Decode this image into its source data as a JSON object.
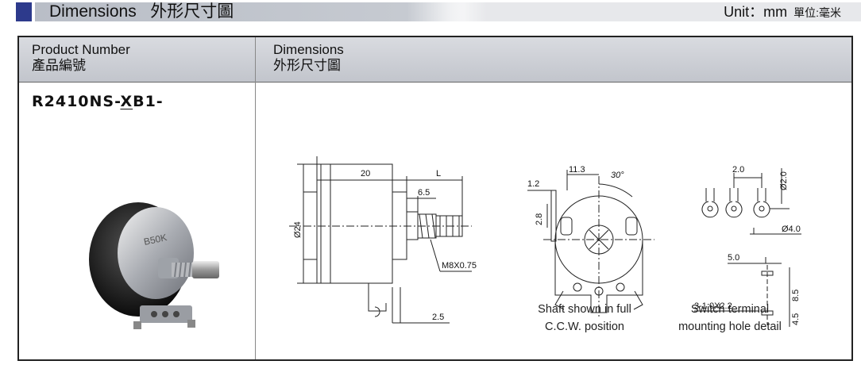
{
  "header": {
    "title": "Dimensions",
    "title_cn": "外形尺寸圖",
    "unit": "Unit：mm",
    "unit_cn": "單位:毫米"
  },
  "table": {
    "col1_en": "Product Number",
    "col1_cn": "產品編號",
    "col2_en": "Dimensions",
    "col2_cn": "外形尺寸圖",
    "product_prefix": "R2410NS-",
    "product_mid": "X",
    "product_suffix": "B1-"
  },
  "photo": {
    "knob_label": "B50K"
  },
  "drawing": {
    "side": {
      "dim_body": "20",
      "dim_shaft": "L",
      "dim_bushing": "6.5",
      "dim_diameter": "Ø24",
      "dim_thread": "M8X0.75",
      "dim_terminal": "2.5"
    },
    "front": {
      "dim_offset": "11.3",
      "dim_angle": "30°",
      "dim_tab": "1.2",
      "dim_height": "2.8",
      "caption_line1": "Shaft shown in full",
      "caption_line2": "C.C.W. position"
    },
    "terminal": {
      "dim_pitch": "2.0",
      "dim_hole": "Ø2.0",
      "dim_outer": "Ø4.0",
      "dim_slot_pitch": "5.0",
      "dim_slot_h": "8.5",
      "dim_slot": "3-1.0X2.2",
      "dim_slot_low": "4.5",
      "caption_line1": "Switch terminal",
      "caption_line2": "mounting hole detail"
    }
  }
}
